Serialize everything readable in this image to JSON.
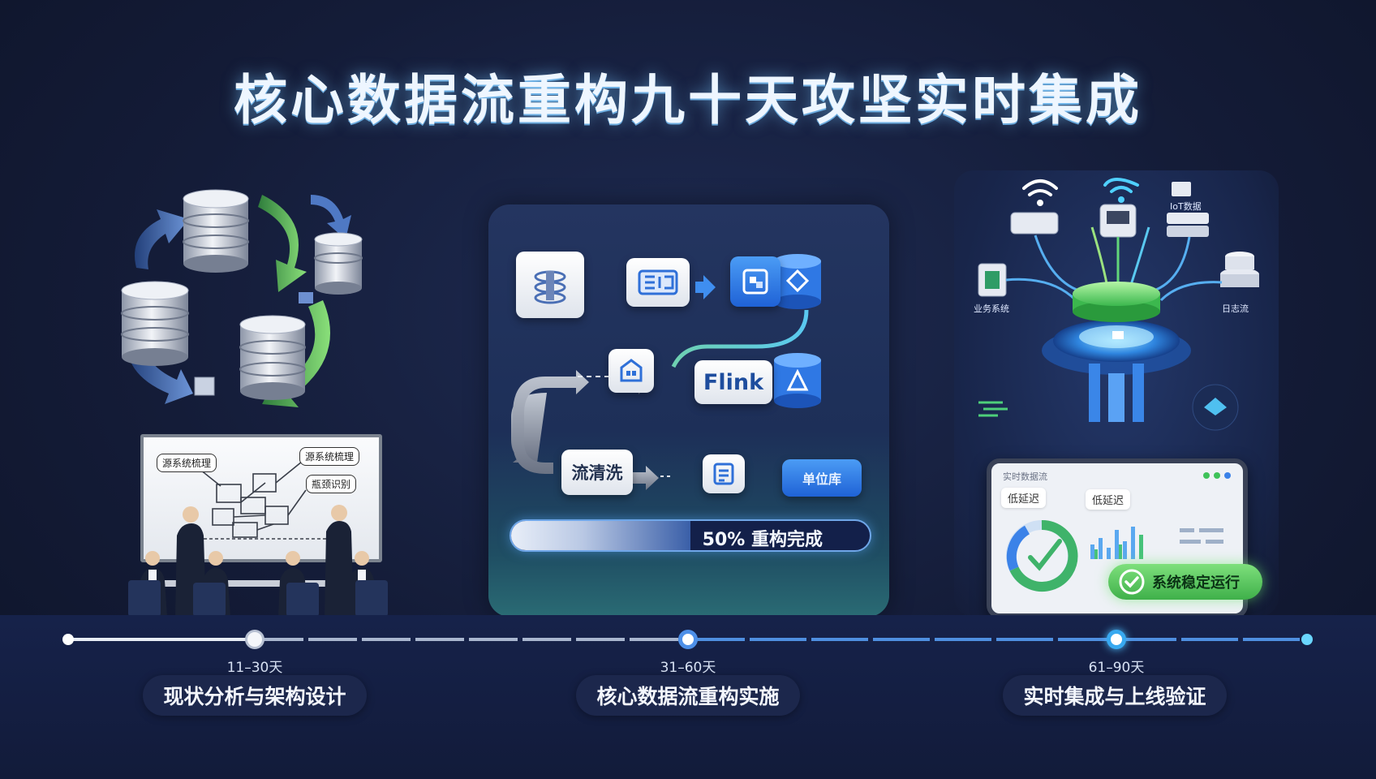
{
  "title": "核心数据流重构九十天攻坚实时集成",
  "panel1": {
    "whiteboard_labels": [
      "源系统梳理",
      "源系统梳理",
      "瓶颈识别"
    ]
  },
  "panel2": {
    "nodes": [
      "Flink",
      "流清洗",
      "单位库"
    ],
    "progress": {
      "fraction": 0.5,
      "label": "50% 重构完成"
    }
  },
  "panel3": {
    "labels": [
      "IoT数据",
      "业务系统",
      "日志流"
    ],
    "dashboard": {
      "title": "实时数据流",
      "chips": [
        "低延迟",
        "低延迟"
      ]
    },
    "status_badge": "系统稳定运行"
  },
  "timeline": {
    "phases": [
      {
        "days": "11–30天",
        "name": "现状分析与架构设计"
      },
      {
        "days": "31–60天",
        "name": "核心数据流重构实施"
      },
      {
        "days": "61–90天",
        "name": "实时集成与上线验证"
      }
    ]
  },
  "colors": {
    "accent_blue": "#3f8ef0",
    "ok_green": "#4cc257",
    "background": "#141c38"
  }
}
